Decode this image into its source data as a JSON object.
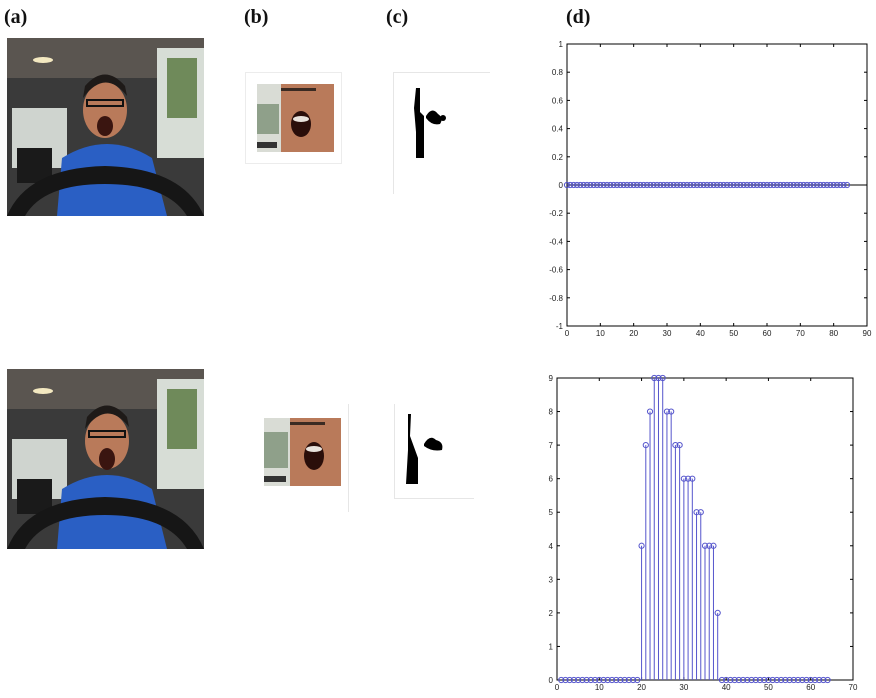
{
  "panels": {
    "a": "(a)",
    "b": "(b)",
    "c": "(c)",
    "d": "(d)"
  },
  "colors": {
    "series": "#5555cc",
    "zero_line": "#000000",
    "shirt": "#2a5fc4",
    "skin": "#b97a5a"
  },
  "chart_data": [
    {
      "type": "stem",
      "xlim": [
        0,
        90
      ],
      "ylim": [
        -1,
        1
      ],
      "xticks": [
        0,
        10,
        20,
        30,
        40,
        50,
        60,
        70,
        80,
        90
      ],
      "yticks": [
        -1,
        -0.8,
        -0.6,
        -0.4,
        -0.2,
        0,
        0.2,
        0.4,
        0.6,
        0.8,
        1
      ],
      "ytick_labels": [
        "-1",
        "-0.8",
        "-0.6",
        "-0.4",
        "-0.2",
        "0",
        "0.2",
        "0.4",
        "0.6",
        "0.8",
        "1"
      ],
      "x_start": 0,
      "values": [
        0,
        0,
        0,
        0,
        0,
        0,
        0,
        0,
        0,
        0,
        0,
        0,
        0,
        0,
        0,
        0,
        0,
        0,
        0,
        0,
        0,
        0,
        0,
        0,
        0,
        0,
        0,
        0,
        0,
        0,
        0,
        0,
        0,
        0,
        0,
        0,
        0,
        0,
        0,
        0,
        0,
        0,
        0,
        0,
        0,
        0,
        0,
        0,
        0,
        0,
        0,
        0,
        0,
        0,
        0,
        0,
        0,
        0,
        0,
        0,
        0,
        0,
        0,
        0,
        0,
        0,
        0,
        0,
        0,
        0,
        0,
        0,
        0,
        0,
        0,
        0,
        0,
        0,
        0,
        0,
        0,
        0,
        0,
        0,
        0
      ]
    },
    {
      "type": "stem",
      "xlim": [
        0,
        70
      ],
      "ylim": [
        0,
        9
      ],
      "xticks": [
        0,
        10,
        20,
        30,
        40,
        50,
        60,
        70
      ],
      "yticks": [
        0,
        1,
        2,
        3,
        4,
        5,
        6,
        7,
        8,
        9
      ],
      "ytick_labels": [
        "0",
        "1",
        "2",
        "3",
        "4",
        "5",
        "6",
        "7",
        "8",
        "9"
      ],
      "x_start": 1,
      "values": [
        0,
        0,
        0,
        0,
        0,
        0,
        0,
        0,
        0,
        0,
        0,
        0,
        0,
        0,
        0,
        0,
        0,
        0,
        0,
        4,
        7,
        8,
        9,
        9,
        9,
        8,
        8,
        7,
        7,
        6,
        6,
        6,
        5,
        5,
        4,
        4,
        4,
        2,
        0,
        0,
        0,
        0,
        0,
        0,
        0,
        0,
        0,
        0,
        0,
        0,
        0,
        0,
        0,
        0,
        0,
        0,
        0,
        0,
        0,
        0,
        0,
        0,
        0,
        0
      ]
    }
  ]
}
